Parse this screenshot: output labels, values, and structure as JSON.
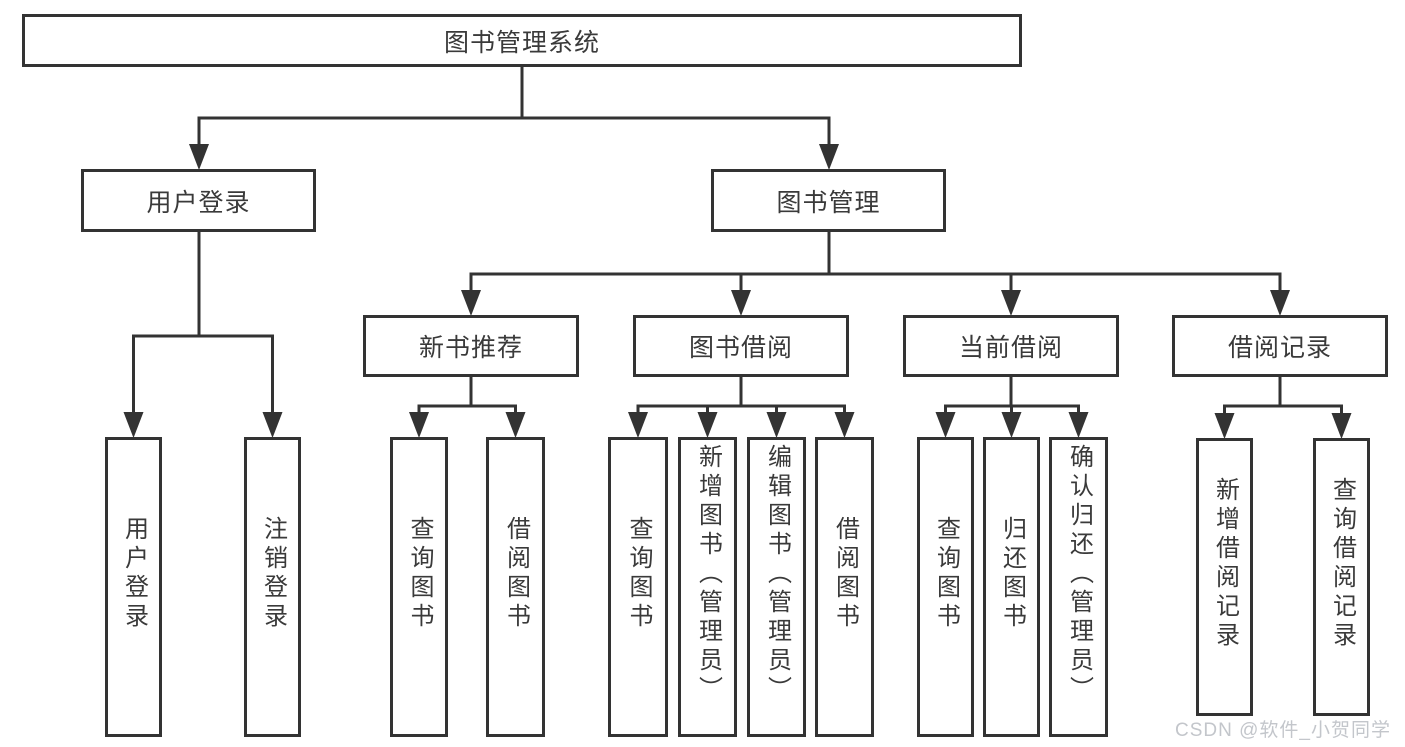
{
  "diagram": {
    "title": "图书管理系统",
    "nodes": {
      "root": "图书管理系统",
      "user_login": "用户登录",
      "book_mgmt": "图书管理",
      "ul_login": "用户登录",
      "ul_logout": "注销登录",
      "rec": "新书推荐",
      "rec_query": "查询图书",
      "rec_borrow": "借阅图书",
      "bb": "图书借阅",
      "bb_query": "查询图书",
      "bb_add": "新增图书（管理员）",
      "bb_edit": "编辑图书（管理员）",
      "bb_borrow": "借阅图书",
      "cb": "当前借阅",
      "cb_query": "查询图书",
      "cb_return": "归还图书",
      "cb_confirm": "确认归还（管理员）",
      "br": "借阅记录",
      "br_add": "新增借阅记录",
      "br_query": "查询借阅记录"
    },
    "hierarchy": {
      "图书管理系统": {
        "用户登录": [
          "用户登录",
          "注销登录"
        ],
        "图书管理": {
          "新书推荐": [
            "查询图书",
            "借阅图书"
          ],
          "图书借阅": [
            "查询图书",
            "新增图书（管理员）",
            "编辑图书（管理员）",
            "借阅图书"
          ],
          "当前借阅": [
            "查询图书",
            "归还图书",
            "确认归还（管理员）"
          ],
          "借阅记录": [
            "新增借阅记录",
            "查询借阅记录"
          ]
        }
      }
    },
    "watermark": "CSDN @软件_小贺同学",
    "colors": {
      "line": "#333333",
      "text": "#3a3a3a",
      "watermark": "#c3c6cb",
      "background": "#ffffff"
    }
  }
}
